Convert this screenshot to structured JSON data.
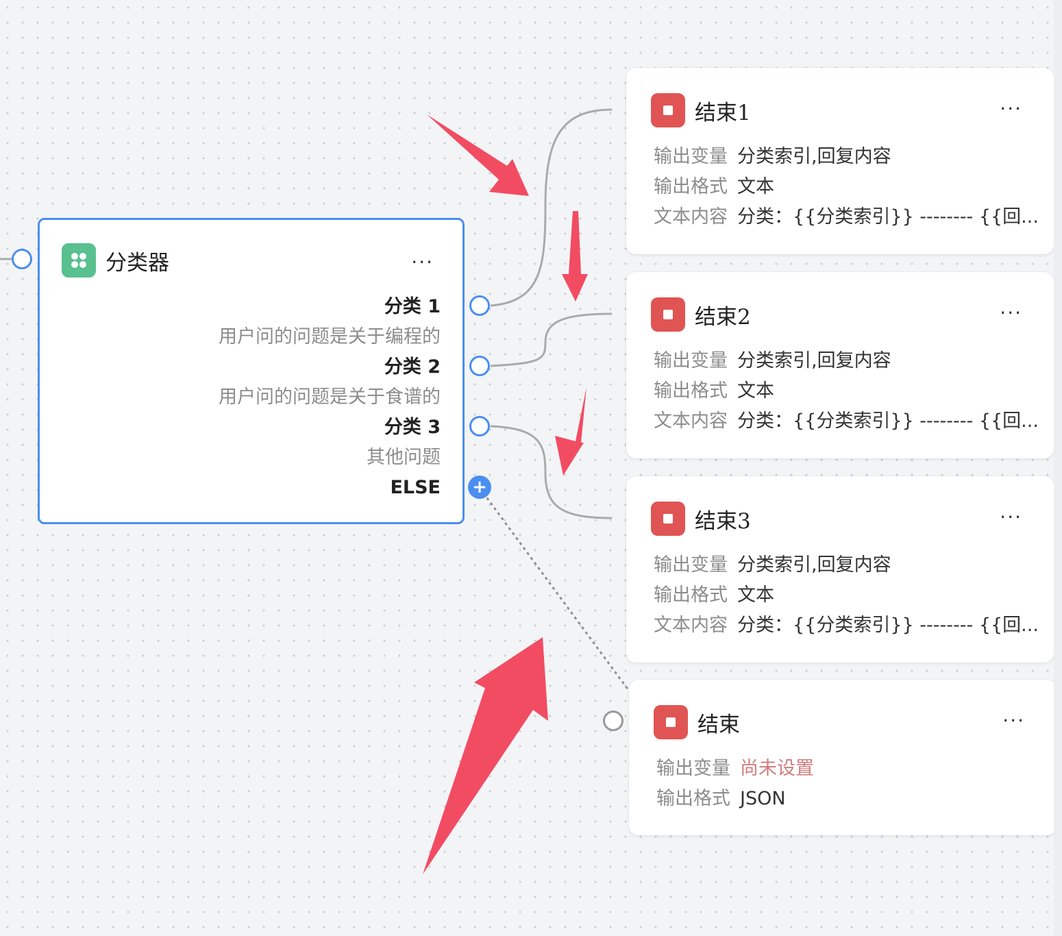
{
  "colors": {
    "accent": "#4a8ef0",
    "end_icon": "#e05454",
    "classifier_icon": "#59c08f",
    "annotation_arrow": "#f24c63",
    "edge": "#aaaaaa",
    "warn_text": "#d07d7d"
  },
  "classifier": {
    "icon": "classifier-grid-icon",
    "title": "分类器",
    "more": "···",
    "branches": [
      {
        "name": "分类 1",
        "desc": "用户问的问题是关于编程的"
      },
      {
        "name": "分类 2",
        "desc": "用户问的问题是关于食谱的"
      },
      {
        "name": "分类 3",
        "desc": "其他问题"
      }
    ],
    "else_label": "ELSE",
    "add_port_glyph": "+"
  },
  "end_nodes": [
    {
      "title": "结束1",
      "icon": "stop-icon",
      "more": "···",
      "fields": [
        {
          "label": "输出变量",
          "value": "分类索引,回复内容"
        },
        {
          "label": "输出格式",
          "value": "文本"
        },
        {
          "label": "文本内容",
          "value": "分类：{{分类索引}} -------- {{回..."
        }
      ]
    },
    {
      "title": "结束2",
      "icon": "stop-icon",
      "more": "···",
      "fields": [
        {
          "label": "输出变量",
          "value": "分类索引,回复内容"
        },
        {
          "label": "输出格式",
          "value": "文本"
        },
        {
          "label": "文本内容",
          "value": "分类：{{分类索引}} -------- {{回..."
        }
      ]
    },
    {
      "title": "结束3",
      "icon": "stop-icon",
      "more": "···",
      "fields": [
        {
          "label": "输出变量",
          "value": "分类索引,回复内容"
        },
        {
          "label": "输出格式",
          "value": "文本"
        },
        {
          "label": "文本内容",
          "value": "分类：{{分类索引}} -------- {{回..."
        }
      ]
    },
    {
      "title": "结束",
      "icon": "stop-icon",
      "more": "···",
      "fields": [
        {
          "label": "输出变量",
          "value": "尚未设置",
          "warn": true
        },
        {
          "label": "输出格式",
          "value": "JSON"
        }
      ]
    }
  ]
}
